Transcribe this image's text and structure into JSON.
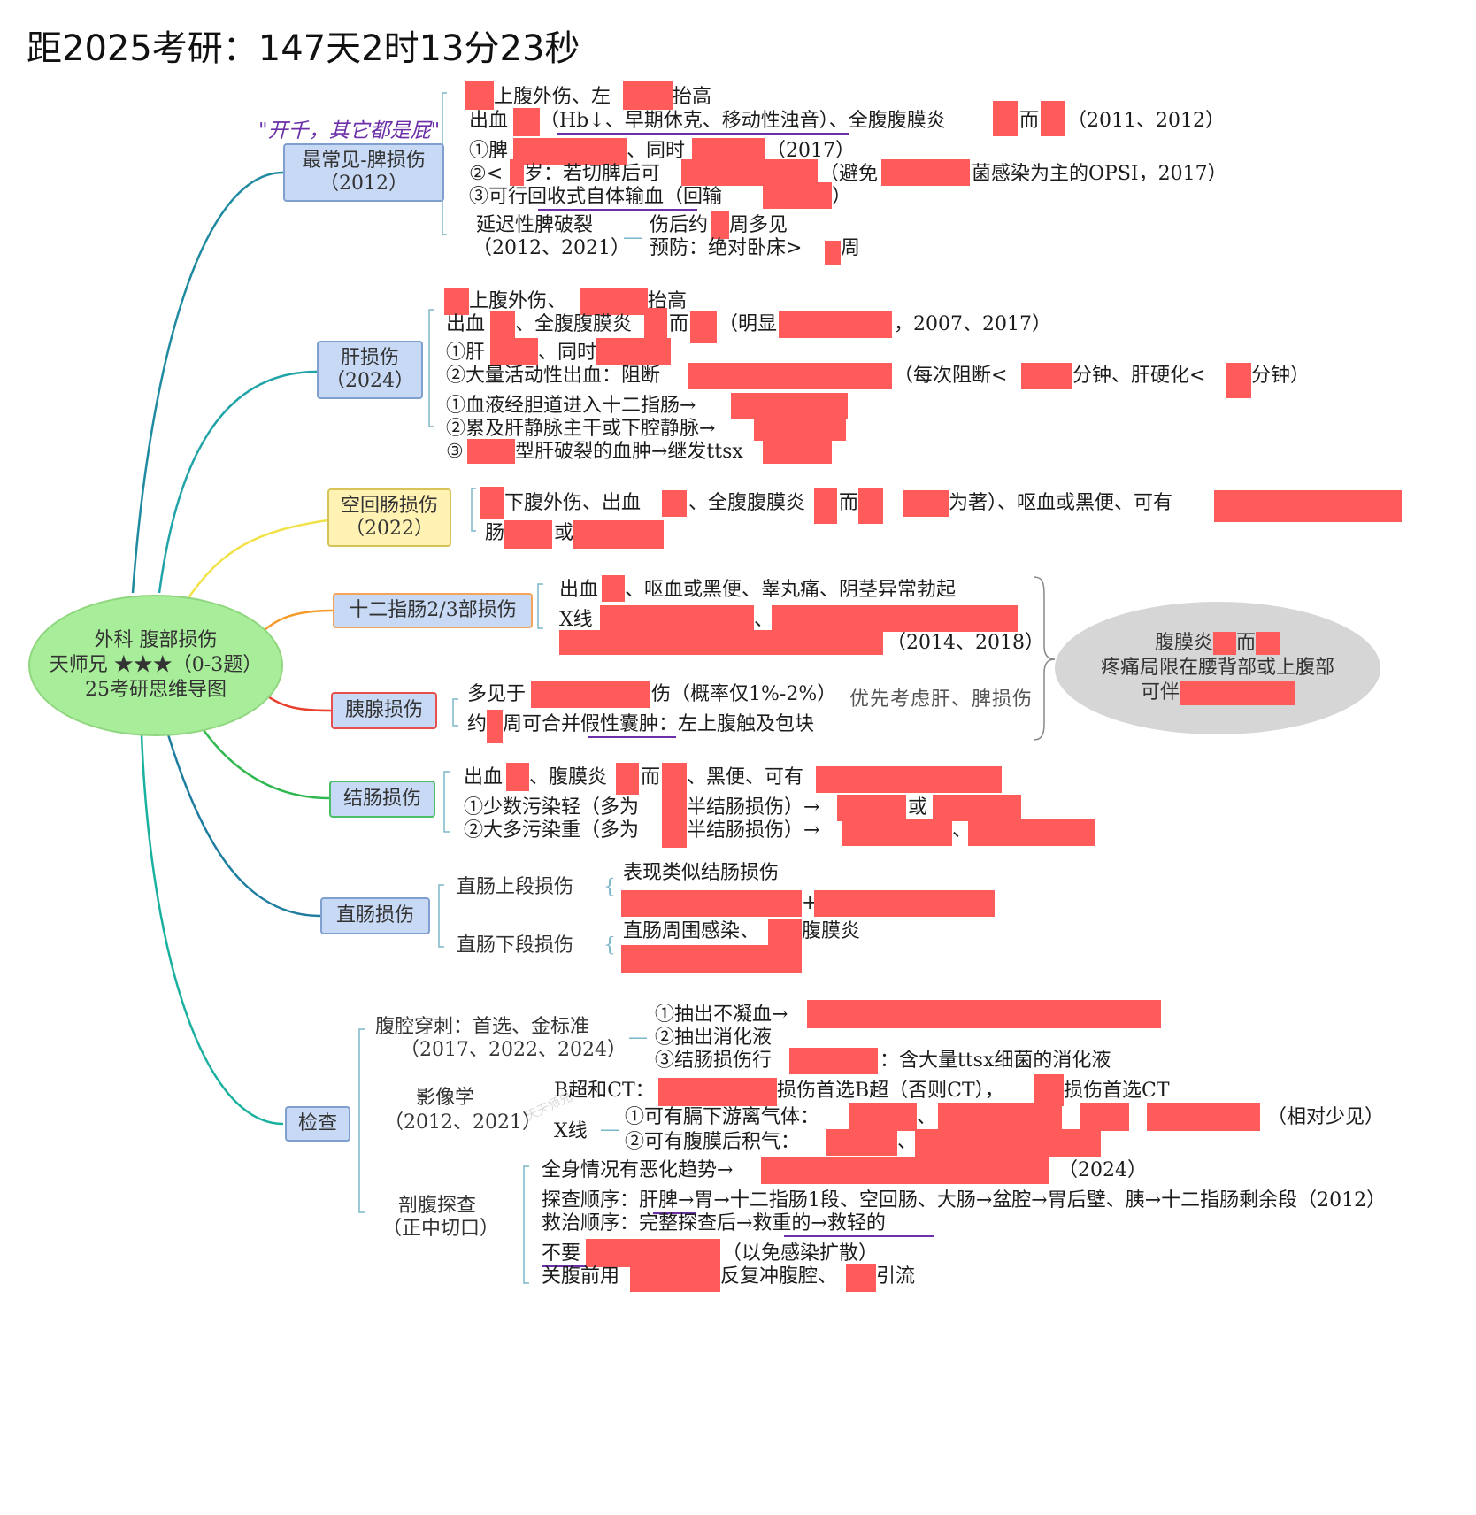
{
  "countdown": "距2025考研：147天2时13分23秒",
  "center": {
    "line1": "外科 腹部损伤",
    "line2": "天师兄 ★★★（0-3题）",
    "line3": "25考研思维导图"
  },
  "spleen": {
    "title": "最常见-脾损伤",
    "year": "（2012）",
    "note": "\"开千，其它都是屁\"",
    "l1": "上腹外伤、左",
    "l1b": "抬高",
    "l2": "出血",
    "l2b": "（Hb↓、早期休克、移动性浊音）、全腹腹膜炎",
    "l2c": "而",
    "l2d": "（2011、2012）",
    "l3": "①脾",
    "l3b": "、同时",
    "l3c": "（2017）",
    "l4": "②<",
    "l4b": "岁：若切脾后可",
    "l4c": "（避免",
    "l4d": "菌感染为主的OPSI，2017）",
    "l5": "③可行回收式自体输血（回输",
    "l5b": "）",
    "delay": "延迟性脾破裂",
    "delay_year": "（2012、2021）",
    "delay_a": "伤后约",
    "delay_a2": "周多见",
    "delay_b": "预防：绝对卧床>",
    "delay_b2": "周"
  },
  "liver": {
    "title": "肝损伤",
    "year": "（2024）",
    "l1": "上腹外伤、",
    "l1b": "抬高",
    "l2": "出血",
    "l2b": "、全腹腹膜炎",
    "l2c": "而",
    "l2d": "（明显",
    "l2e": "，2007、2017）",
    "l3": "①肝",
    "l3b": "、同时",
    "l4": "②大量活动性出血：阻断",
    "l4b": "（每次阻断<",
    "l4c": "分钟、肝硬化<",
    "l4d": "分钟）",
    "l5": "①血液经胆道进入十二指肠→",
    "l6": "②累及肝静脉主干或下腔静脉→",
    "l7": "③",
    "l7b": "型肝破裂的血肿→继发ttsx"
  },
  "jejunum": {
    "title": "空回肠损伤",
    "year": "（2022）",
    "l1b": "下腹外伤、出血",
    "l1c": "、全腹腹膜炎",
    "l1d": "而",
    "l1e": "（",
    "l1f": "为著）、呕血或黑便、可有",
    "l2": "肠",
    "l2b": "或"
  },
  "duodenum": {
    "title": "十二指肠2/3部损伤",
    "l1": "出血",
    "l1b": "、呕血或黑便、睾丸痛、阴茎异常勃起",
    "l2": "X线",
    "l2b": "、",
    "l3": "（2014、2018）"
  },
  "oval": {
    "line1": "腹膜炎",
    "line1b": "而",
    "line2": "疼痛局限在腰背部或上腹部",
    "line3": "可伴"
  },
  "pancreas": {
    "title": "胰腺损伤",
    "l1": "多见于",
    "l1b": "伤（概率仅1%-2%）",
    "l1c": "优先考虑肝、脾损伤",
    "l2": "约",
    "l2b": "周可合并假性囊肿：左上腹触及包块"
  },
  "colon": {
    "title": "结肠损伤",
    "l1": "出血",
    "l1b": "、腹膜炎",
    "l1c": "而",
    "l1d": "、黑便、可有",
    "l2": "①少数污染轻（多为",
    "l2b": "半结肠损伤）→",
    "l2c": "或",
    "l3": "②大多污染重（多为",
    "l3b": "半结肠损伤）→",
    "l3c": "、"
  },
  "rectum": {
    "title": "直肠损伤",
    "upper": "直肠上段损伤",
    "upper_a": "表现类似结肠损伤",
    "upper_b": "+",
    "lower": "直肠下段损伤",
    "lower_a": "直肠周围感染、",
    "lower_a2": "腹膜炎"
  },
  "exam": {
    "title": "检查",
    "puncture": "腹腔穿刺：首选、金标准",
    "puncture_year": "（2017、2022、2024）",
    "p1": "①抽出不凝血→",
    "p2": "②抽出消化液",
    "p3": "③结肠损伤行",
    "p3b": "：含大量ttsx细菌的消化液",
    "imaging": "影像学",
    "imaging_year": "（2012、2021）",
    "b_ct": "B超和CT：",
    "b_ct_b": "损伤首选B超（否则CT），",
    "b_ct_c": "损伤首选CT",
    "xray": "X线",
    "x1": "①可有膈下游离气体：",
    "x1_sep": "、",
    "x1_end": "（相对少见）",
    "x2": "②可有腹膜后积气：",
    "x2_sep": "、",
    "lap": "剖腹探查",
    "lap_sub": "（正中切口）",
    "lap1": "全身情况有恶化趋势→",
    "lap1b": "（2024）",
    "lap2": "探查顺序：肝脾→胃→十二指肠1段、空回肠、大肠→盆腔→胃后壁、胰→十二指肠剩余段（2012）",
    "lap3": "救治顺序：完整探查后→救重的→救轻的",
    "lap4": "不要",
    "lap4b": "（以免感染扩散）",
    "lap5": "关腹前用",
    "lap5b": "反复冲腹腔、",
    "lap5c": "引流"
  },
  "watermark": "天天师兄"
}
